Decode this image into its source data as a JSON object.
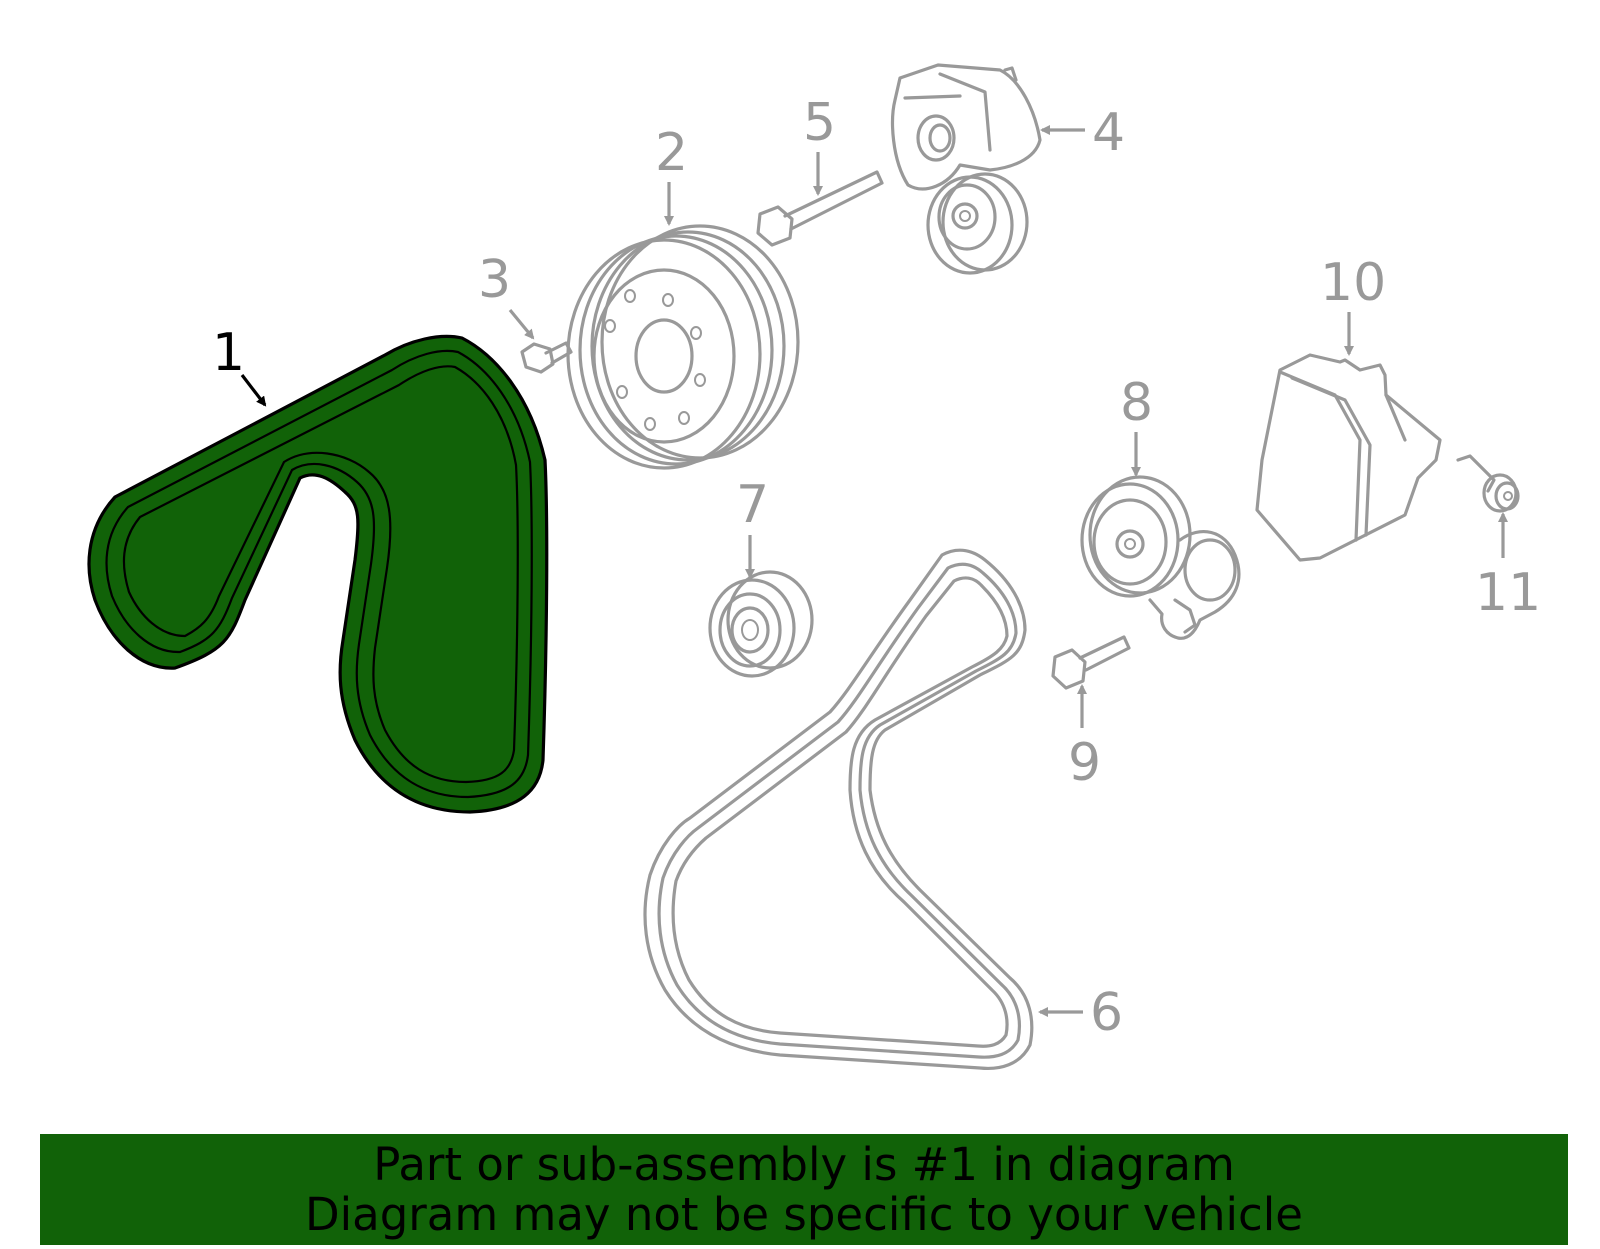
{
  "callouts": {
    "c1": "1",
    "c2": "2",
    "c3": "3",
    "c4": "4",
    "c5": "5",
    "c6": "6",
    "c7": "7",
    "c8": "8",
    "c9": "9",
    "c10": "10",
    "c11": "11"
  },
  "banner": {
    "line1": "Part or sub-assembly is #1 in diagram",
    "line2": "Diagram may not be specific to your vehicle"
  },
  "colors": {
    "highlight": "#116208",
    "part_stroke": "#999999",
    "active_stroke": "#000000"
  }
}
